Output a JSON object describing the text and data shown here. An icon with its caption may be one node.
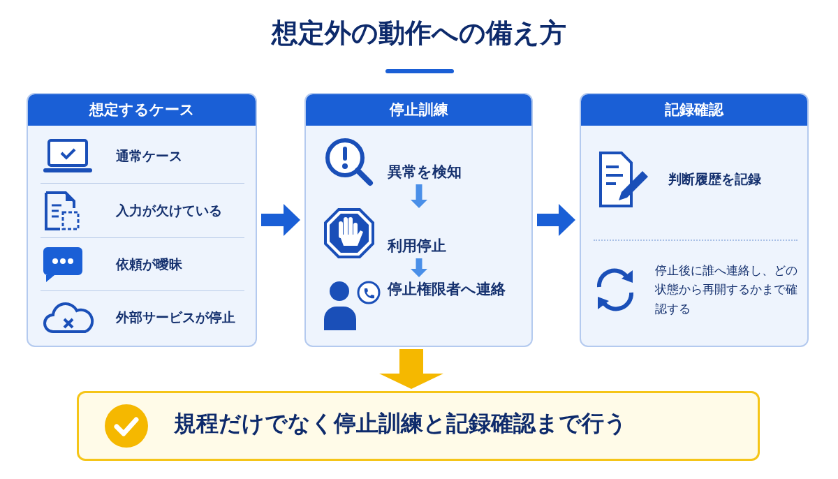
{
  "diagram": {
    "title": "想定外の動作への備え方",
    "nodes": [
      {
        "text": [
          "想定するケース"
        ]
      },
      {
        "text": [
          "通常ケース"
        ],
        "in": 0
      },
      {
        "text": [
          "入力が欠けている"
        ],
        "in": 0
      },
      {
        "text": [
          "依頼が曖昧"
        ],
        "in": 0
      },
      {
        "text": [
          "外部サービスが停止"
        ],
        "in": 0
      },
      {
        "text": [
          "停止訓練"
        ]
      },
      {
        "text": [
          "異常を検知"
        ],
        "in": 5
      },
      {
        "text": [
          "利用停止"
        ],
        "in": 5
      },
      {
        "text": [
          "停止権限者へ連絡"
        ],
        "in": 5
      },
      {
        "text": [
          "記録確認"
        ]
      },
      {
        "text": [
          "判断履歴を記録"
        ],
        "in": 9
      },
      {
        "text": [
          "停止後に誰へ連絡し、どの状態から再開するかまで確認する"
        ],
        "in": 9
      },
      {
        "text": [
          "規程だけでなく停止訓練と記録確認まで行う"
        ]
      }
    ],
    "edges": [
      {
        "from": 0,
        "to": 5,
        "arrow": "to"
      },
      {
        "from": 5,
        "to": 9,
        "arrow": "to"
      },
      {
        "from": 6,
        "to": 7,
        "arrow": "to",
        "color": "#4a8fe8"
      },
      {
        "from": 7,
        "to": 8,
        "arrow": "to",
        "color": "#4a8fe8"
      },
      {
        "from": 5,
        "to": 12,
        "arrow": "to",
        "color": "#f5b800"
      }
    ]
  }
}
